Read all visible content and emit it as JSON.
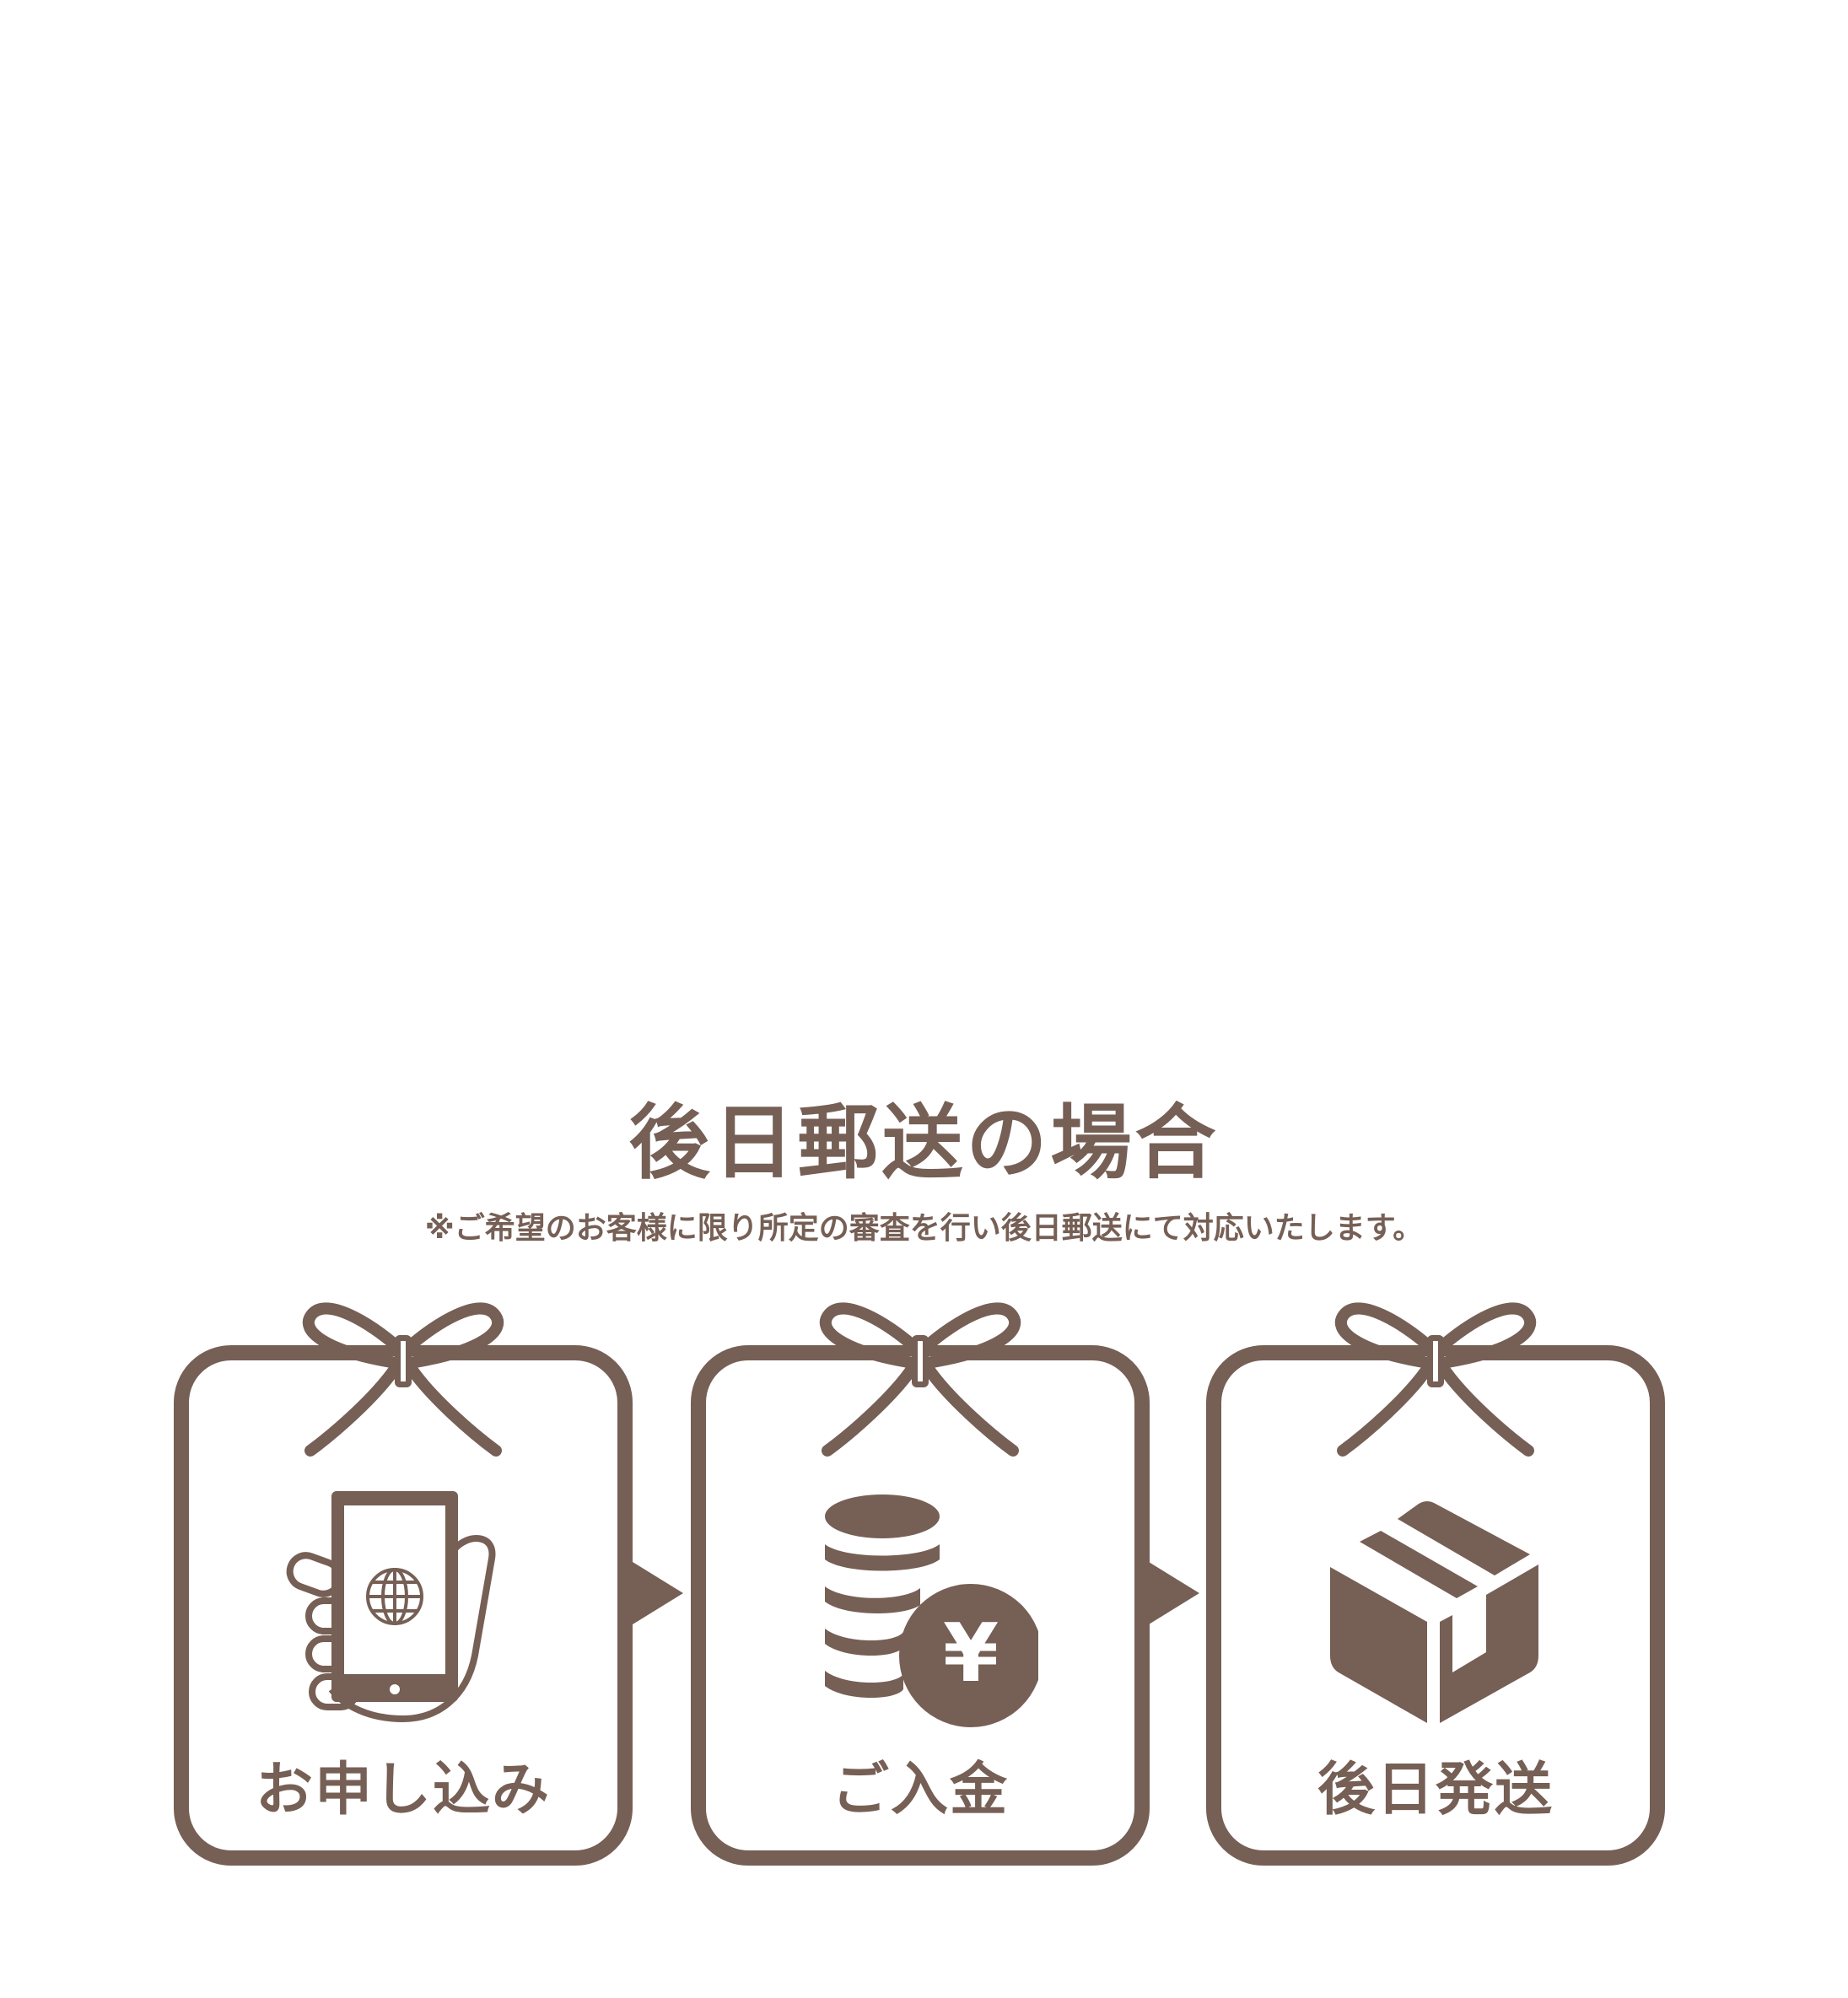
{
  "heading": {
    "title": "後日郵送の場合",
    "note": "※ご希望のお客様に限り所定の審査を行い後日郵送にて対応いたします。"
  },
  "steps": [
    {
      "label": "お申し込み",
      "icon": "smartphone-in-hand-icon"
    },
    {
      "label": "ご入金",
      "icon": "yen-coins-icon"
    },
    {
      "label": "後日発送",
      "icon": "package-box-icon"
    }
  ],
  "icon_text": {
    "yen": "¥"
  },
  "colors": {
    "brand": "#765f55",
    "background": "#ffffff"
  }
}
